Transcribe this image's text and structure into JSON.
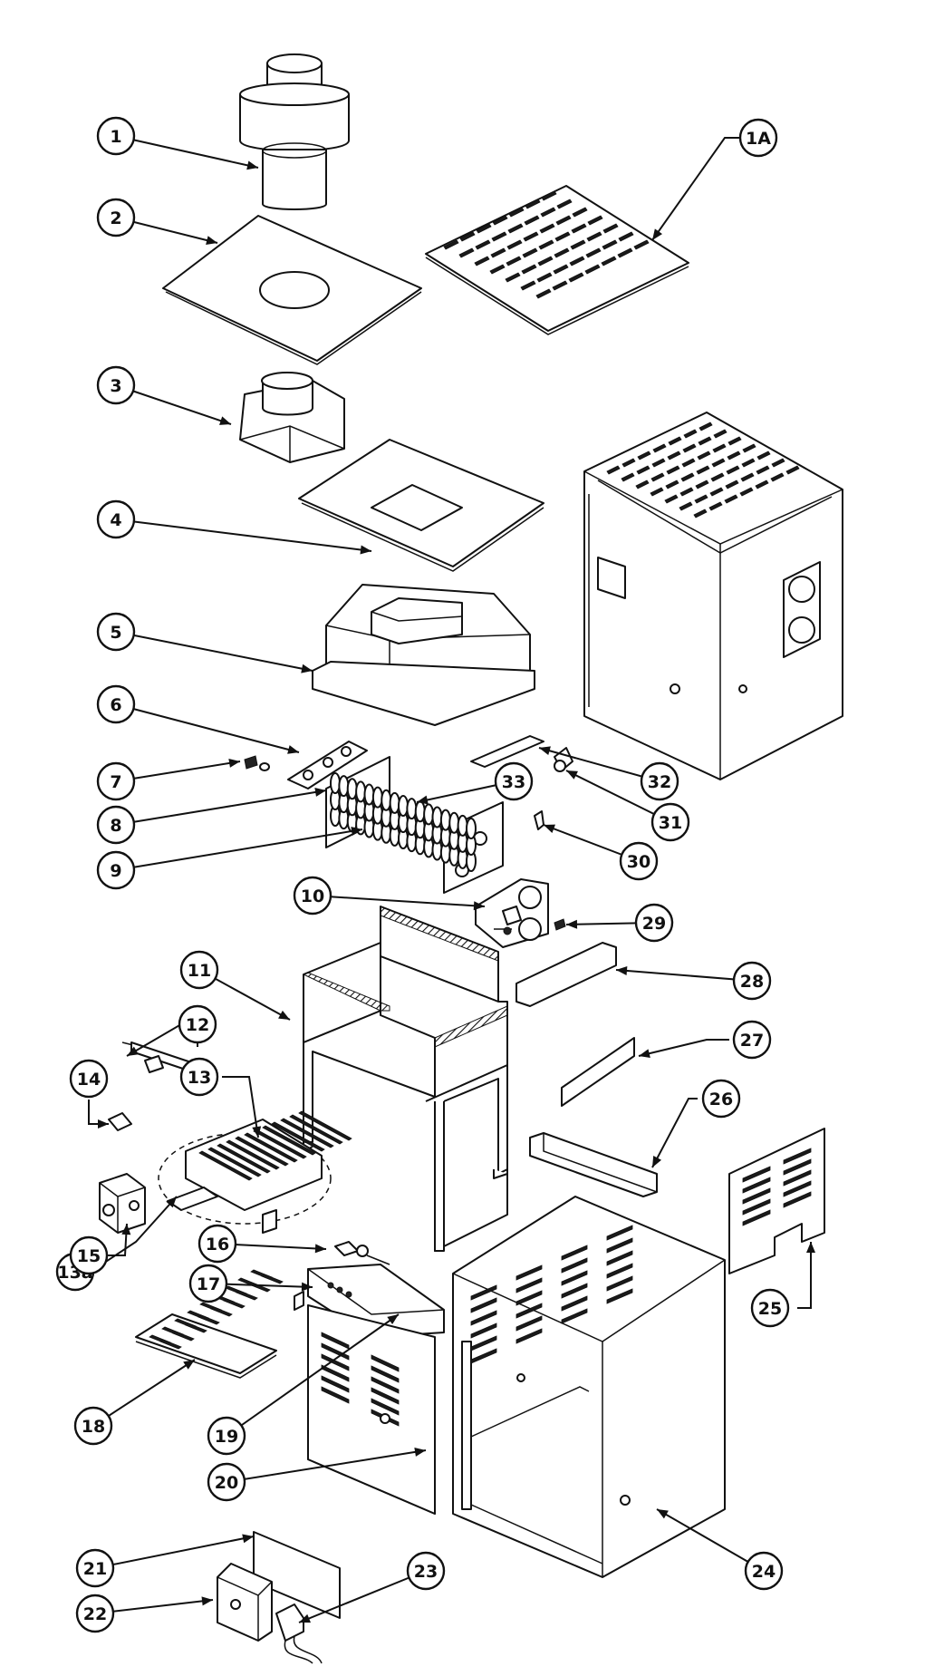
{
  "callouts": [
    {
      "id": "c1",
      "label": "1"
    },
    {
      "id": "c1a",
      "label": "1A"
    },
    {
      "id": "c2",
      "label": "2"
    },
    {
      "id": "c3",
      "label": "3"
    },
    {
      "id": "c4",
      "label": "4"
    },
    {
      "id": "c5",
      "label": "5"
    },
    {
      "id": "c6",
      "label": "6"
    },
    {
      "id": "c7",
      "label": "7"
    },
    {
      "id": "c8",
      "label": "8"
    },
    {
      "id": "c9",
      "label": "9"
    },
    {
      "id": "c10",
      "label": "10"
    },
    {
      "id": "c11",
      "label": "11"
    },
    {
      "id": "c12",
      "label": "12"
    },
    {
      "id": "c13",
      "label": "13"
    },
    {
      "id": "c13a",
      "label": "13a"
    },
    {
      "id": "c14",
      "label": "14"
    },
    {
      "id": "c15",
      "label": "15"
    },
    {
      "id": "c16",
      "label": "16"
    },
    {
      "id": "c17",
      "label": "17"
    },
    {
      "id": "c18",
      "label": "18"
    },
    {
      "id": "c19",
      "label": "19"
    },
    {
      "id": "c20",
      "label": "20"
    },
    {
      "id": "c21",
      "label": "21"
    },
    {
      "id": "c22",
      "label": "22"
    },
    {
      "id": "c23",
      "label": "23"
    },
    {
      "id": "c24",
      "label": "24"
    },
    {
      "id": "c25",
      "label": "25"
    },
    {
      "id": "c26",
      "label": "26"
    },
    {
      "id": "c27",
      "label": "27"
    },
    {
      "id": "c28",
      "label": "28"
    },
    {
      "id": "c29",
      "label": "29"
    },
    {
      "id": "c30",
      "label": "30"
    },
    {
      "id": "c31",
      "label": "31"
    },
    {
      "id": "c32",
      "label": "32"
    },
    {
      "id": "c33",
      "label": "33"
    }
  ]
}
